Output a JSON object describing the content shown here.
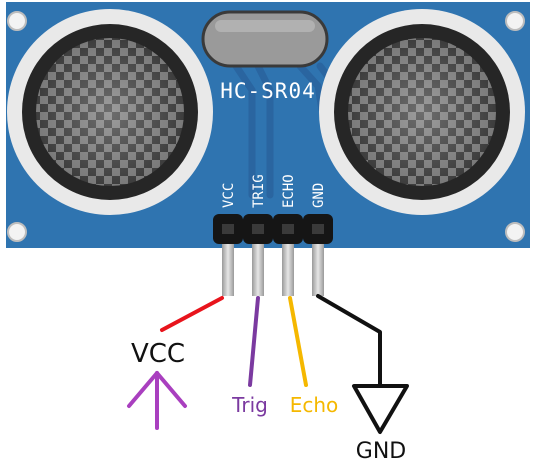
{
  "board": {
    "model": "HC-SR04",
    "pin_labels": [
      "VCC",
      "TRIG",
      "ECHO",
      "GND"
    ]
  },
  "connections": {
    "vcc_label": "VCC",
    "trig_label": "Trig",
    "echo_label": "Echo",
    "gnd_label": "GND"
  },
  "colors": {
    "board": "#2f74b0",
    "vcc_wire": "#e8141c",
    "trig_wire": "#7b3aa0",
    "echo_wire": "#f5b800",
    "gnd_wire": "#111111",
    "vcc_arrow": "#a93fbf"
  }
}
